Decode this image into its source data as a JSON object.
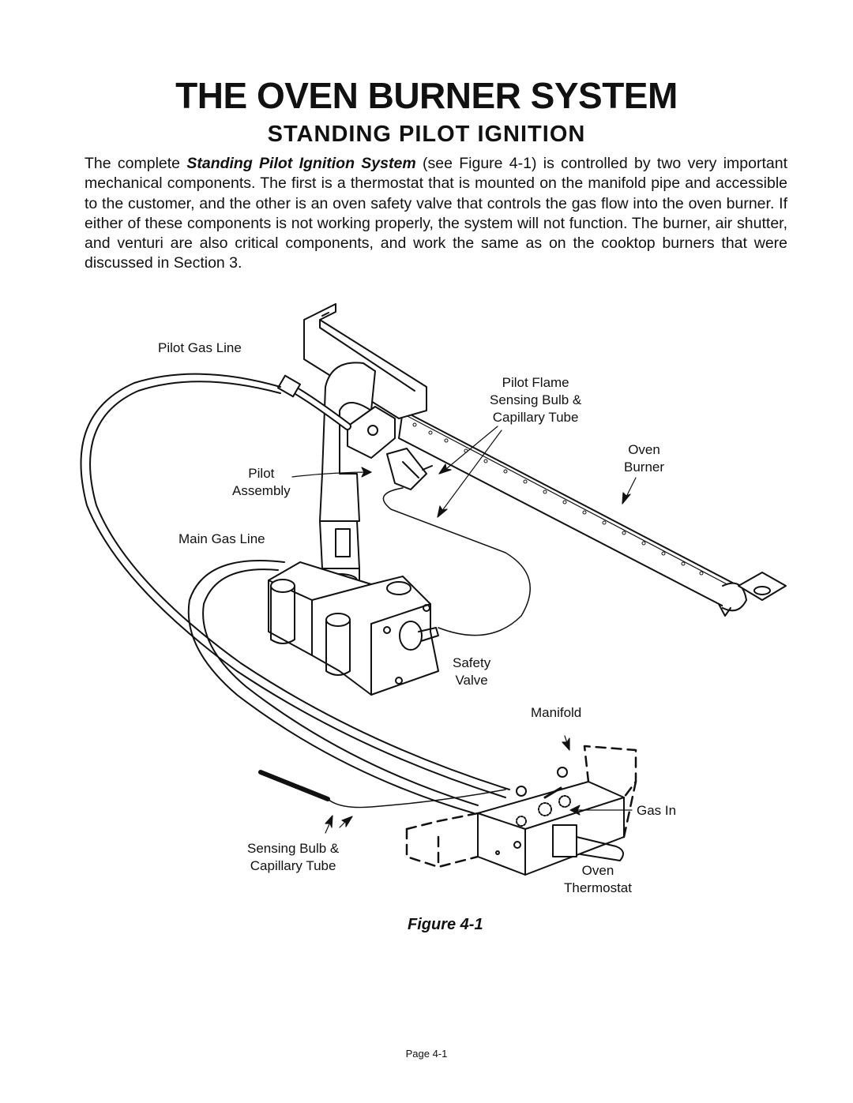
{
  "title": "THE OVEN BURNER SYSTEM",
  "subtitle": "STANDING PILOT IGNITION",
  "intro": {
    "lead": "The complete ",
    "emphasis": "Standing Pilot Ignition System",
    "body": " (see Figure 4-1) is controlled by two very important mechanical components. The first is a thermostat that is mounted on the manifold pipe and accessible to the customer, and the other is an oven safety valve that controls the gas flow into the oven burner. If either of these components is not working properly, the system will not function. The burner, air shutter, and venturi are also critical components, and work the same as on the cooktop burners that were discussed in Section 3."
  },
  "figure": {
    "labels": {
      "pilot_gas_line": "Pilot Gas Line",
      "pilot_flame_1": "Pilot Flame",
      "pilot_flame_2": "Sensing Bulb &",
      "pilot_flame_3": "Capillary Tube",
      "oven_burner_1": "Oven",
      "oven_burner_2": "Burner",
      "pilot_assembly_1": "Pilot",
      "pilot_assembly_2": "Assembly",
      "main_gas_line": "Main Gas Line",
      "safety_valve_1": "Safety",
      "safety_valve_2": "Valve",
      "manifold": "Manifold",
      "gas_in": "Gas In",
      "sensing_bulb_1": "Sensing Bulb &",
      "sensing_bulb_2": "Capillary Tube",
      "oven_thermostat_1": "Oven",
      "oven_thermostat_2": "Thermostat"
    },
    "caption": "Figure 4-1"
  },
  "page_number": "Page 4-1"
}
